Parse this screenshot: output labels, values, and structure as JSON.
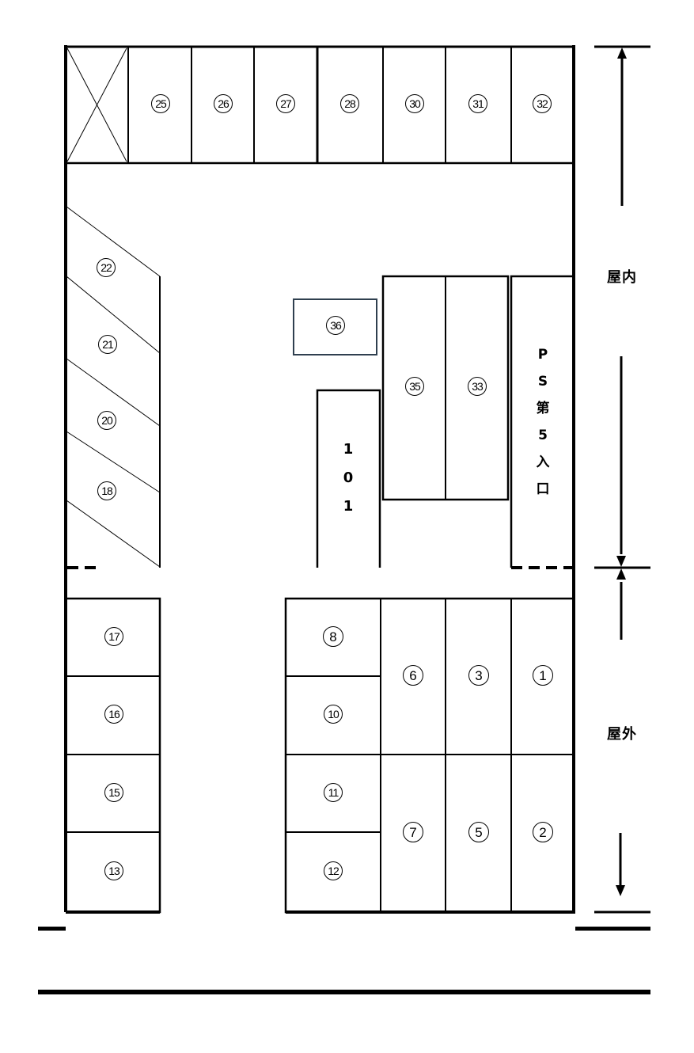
{
  "diagram": {
    "type": "parking-lot-floor-plan",
    "colors": {
      "line": "#000000",
      "box36_border": "#2f3f4f",
      "background": "#ffffff"
    },
    "zones": [
      {
        "id": "indoor",
        "label": "屋内"
      },
      {
        "id": "outdoor",
        "label": "屋外"
      }
    ],
    "top_row": {
      "blocked_space": "X-marked (unavailable)",
      "spots": [
        "㉕",
        "㉖",
        "㉗",
        "㉘",
        "㉚",
        "㉛",
        "㉜"
      ]
    },
    "diagonal_spots": [
      "㉒",
      "㉑",
      "⑳",
      "⑱"
    ],
    "center_spots": {
      "spot36": "㊱",
      "spot35": "㉟",
      "spot33": "㉝"
    },
    "room_101": {
      "chars": [
        "1",
        "0",
        "1"
      ]
    },
    "ps_entrance": {
      "chars": [
        "P",
        "S",
        "第",
        "5",
        "入",
        "口"
      ]
    },
    "bottom_left_spots": [
      "⑰",
      "⑯",
      "⑮",
      "⑬"
    ],
    "bottom_grid": {
      "left_column": [
        "⑧",
        "⑩",
        "⑪",
        "⑫"
      ],
      "col2": [
        "⑥",
        "⑦"
      ],
      "col3": [
        "③",
        "⑤"
      ],
      "col4": [
        "①",
        "②"
      ]
    }
  }
}
